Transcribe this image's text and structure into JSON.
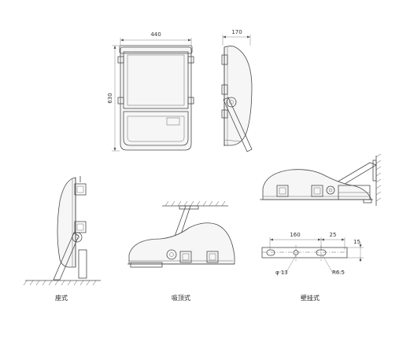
{
  "dimensions": {
    "width": "440",
    "depth": "170",
    "height": "630",
    "bolt_spacing": "160",
    "edge_offset": "25",
    "slot_length": "15",
    "hole_diameter": "φ 13",
    "slot_radius": "R6.5"
  },
  "captions": {
    "floor_mount": "座式",
    "ceiling_mount": "吸顶式",
    "wall_mount": "壁挂式"
  }
}
